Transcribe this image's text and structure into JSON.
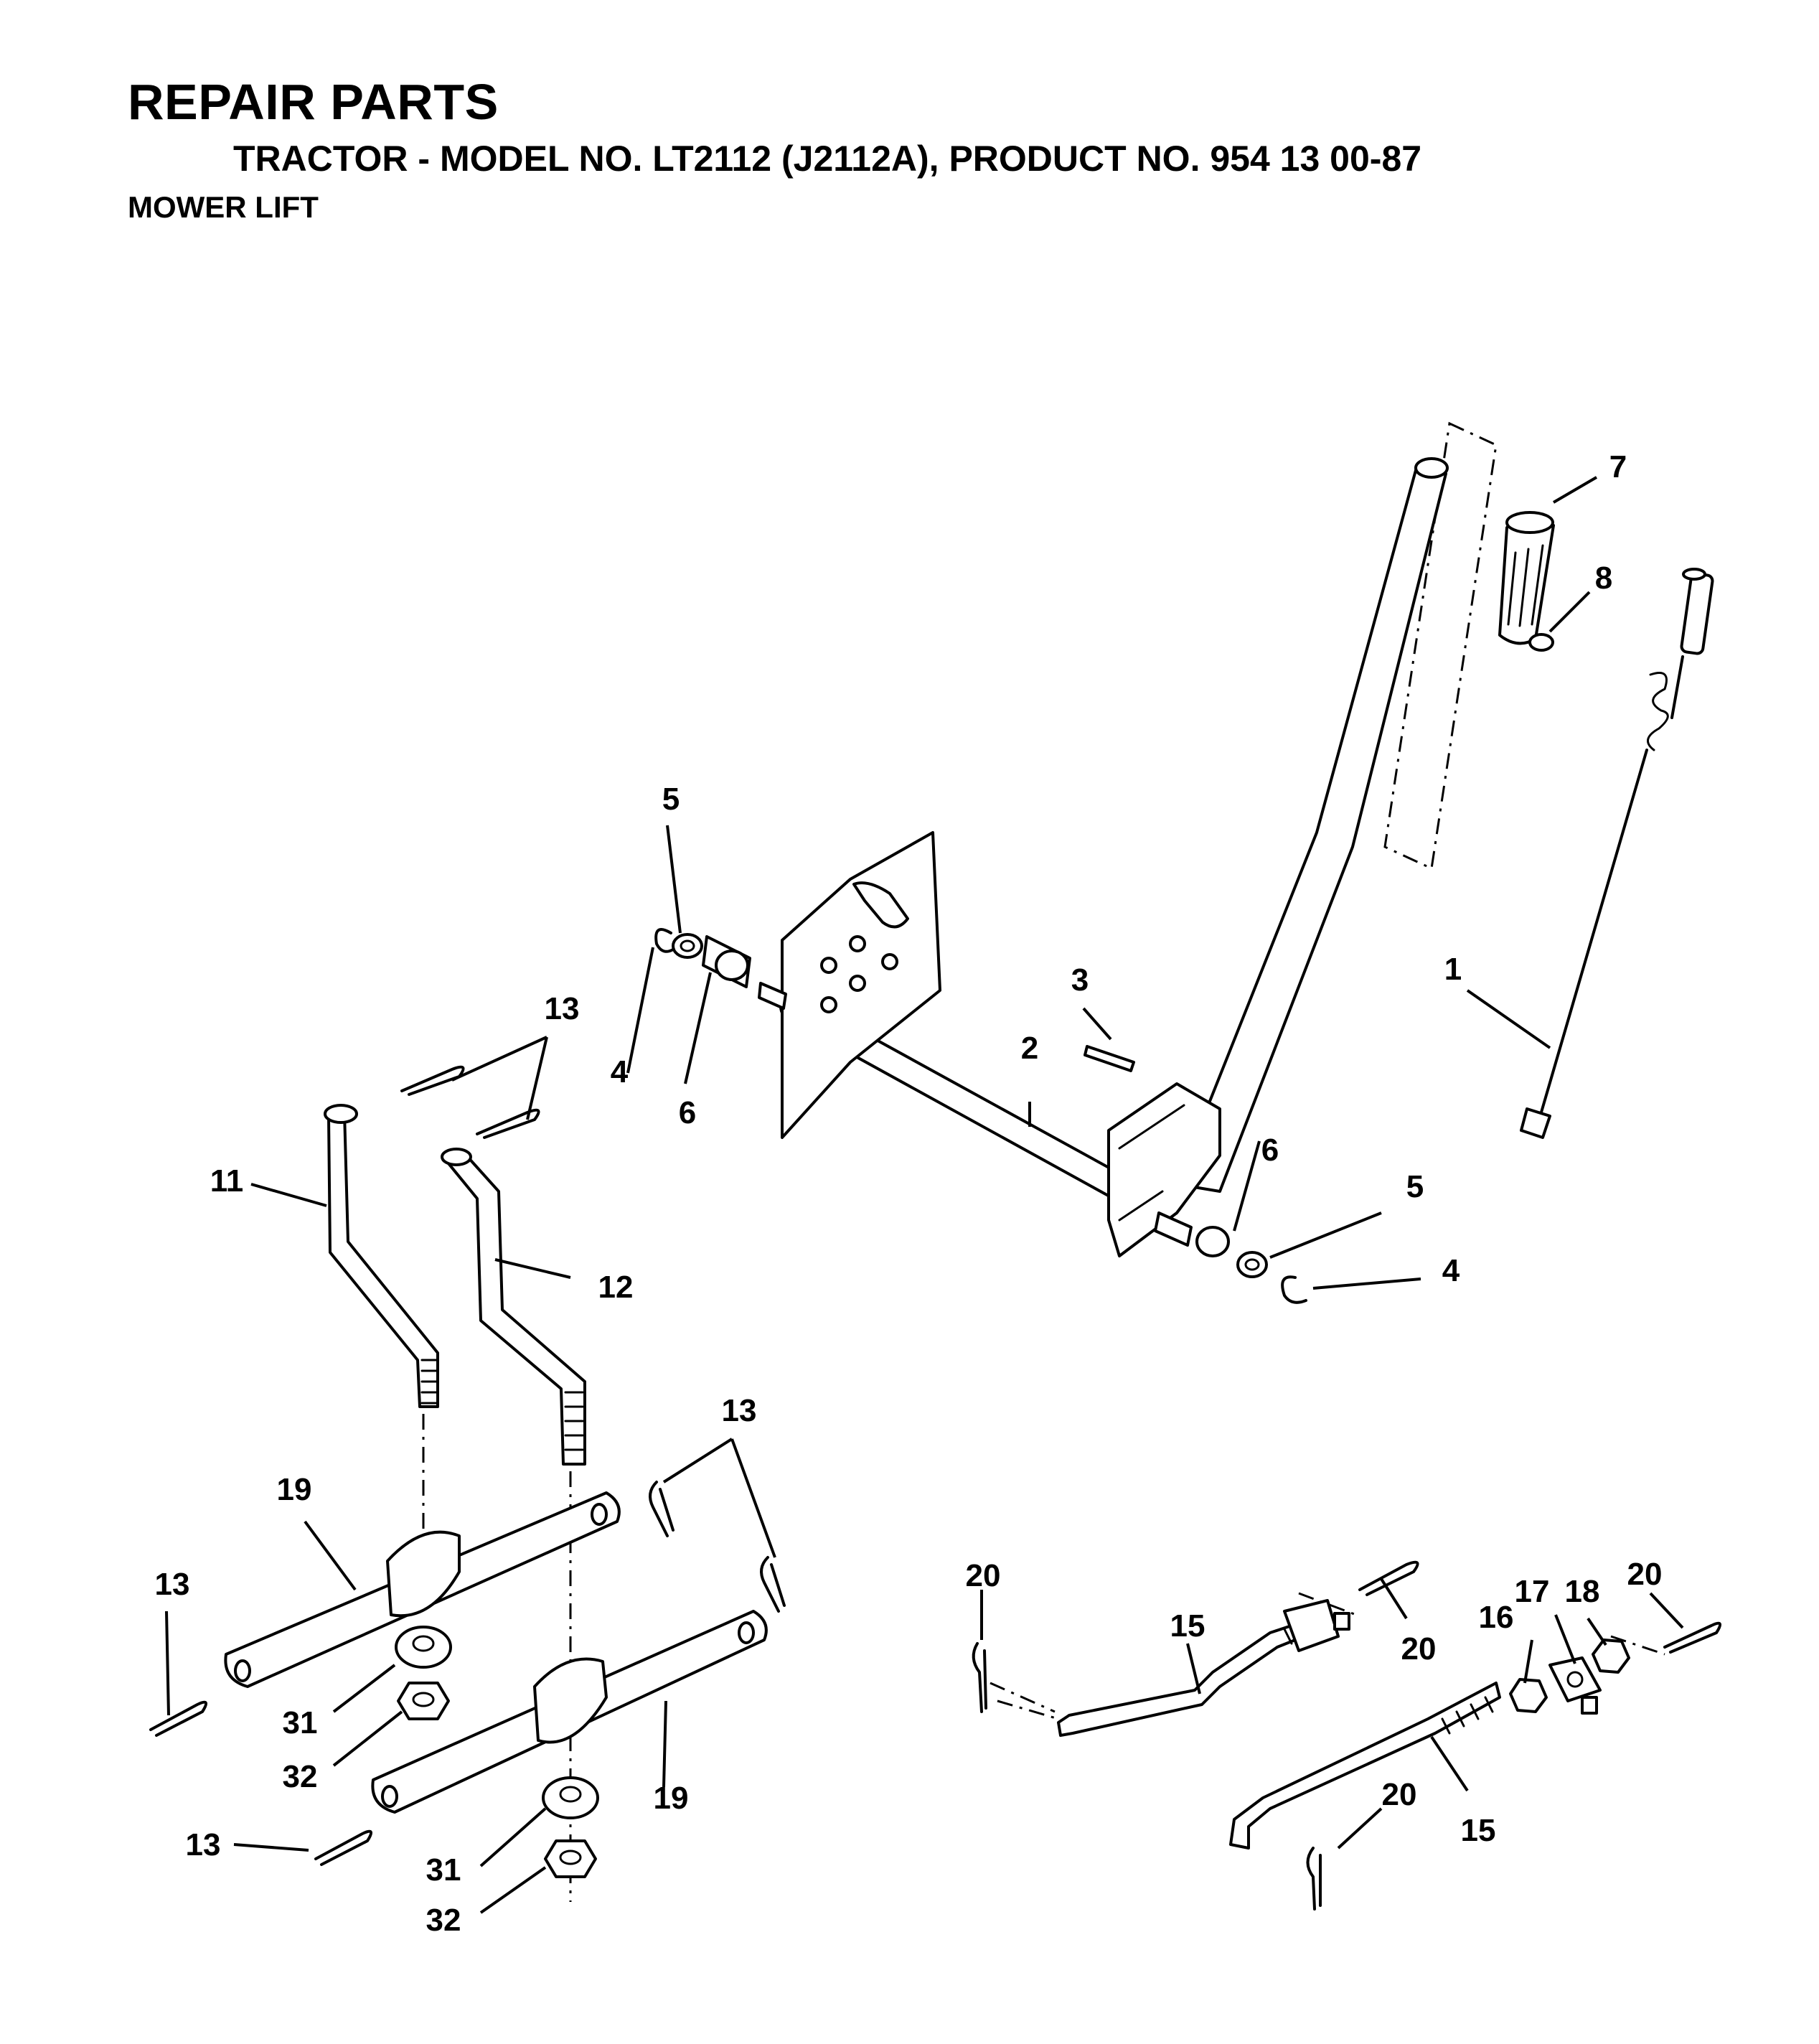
{
  "header": {
    "title": "REPAIR PARTS",
    "subtitle": "TRACTOR - MODEL NO. LT2112 (J2112A), PRODUCT NO. 954 13 00-87",
    "section": "MOWER LIFT"
  },
  "callouts": {
    "c1": "1",
    "c2": "2",
    "c3": "3",
    "c4a": "4",
    "c4b": "4",
    "c5a": "5",
    "c5b": "5",
    "c6a": "6",
    "c6b": "6",
    "c7": "7",
    "c8": "8",
    "c11": "11",
    "c12": "12",
    "c13a": "13",
    "c13b": "13",
    "c13c": "13",
    "c13d": "13",
    "c15a": "15",
    "c15b": "15",
    "c16": "16",
    "c17": "17",
    "c18": "18",
    "c19a": "19",
    "c19b": "19",
    "c20a": "20",
    "c20b": "20",
    "c20c": "20",
    "c20d": "20",
    "c31a": "31",
    "c31b": "31",
    "c32a": "32",
    "c32b": "32"
  }
}
